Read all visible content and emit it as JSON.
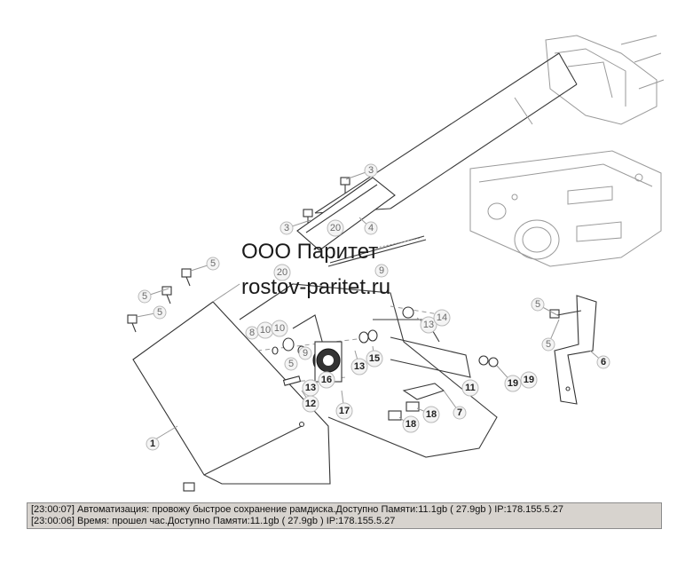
{
  "watermark": {
    "company": "ООО Паритет",
    "website": "rostov-paritet.ru"
  },
  "callouts": [
    {
      "id": "c3a",
      "label": "3"
    },
    {
      "id": "c3b",
      "label": "3"
    },
    {
      "id": "c4",
      "label": "4"
    },
    {
      "id": "c20a",
      "label": "20"
    },
    {
      "id": "c20b",
      "label": "20"
    },
    {
      "id": "c5a",
      "label": "5"
    },
    {
      "id": "c5b",
      "label": "5"
    },
    {
      "id": "c5c",
      "label": "5"
    },
    {
      "id": "c5d",
      "label": "5"
    },
    {
      "id": "c5e",
      "label": "5"
    },
    {
      "id": "c5f",
      "label": "5"
    },
    {
      "id": "c9a",
      "label": "9"
    },
    {
      "id": "c9b",
      "label": "9"
    },
    {
      "id": "c8",
      "label": "8"
    },
    {
      "id": "c10a",
      "label": "10"
    },
    {
      "id": "c10b",
      "label": "10"
    },
    {
      "id": "c13a",
      "label": "13"
    },
    {
      "id": "c13b",
      "label": "13"
    },
    {
      "id": "c13c",
      "label": "13"
    },
    {
      "id": "c14",
      "label": "14"
    },
    {
      "id": "c15",
      "label": "15"
    },
    {
      "id": "c16",
      "label": "16"
    },
    {
      "id": "c17",
      "label": "17"
    },
    {
      "id": "c12",
      "label": "12"
    },
    {
      "id": "c11",
      "label": "11"
    },
    {
      "id": "c19a",
      "label": "19"
    },
    {
      "id": "c19b",
      "label": "19"
    },
    {
      "id": "c18a",
      "label": "18"
    },
    {
      "id": "c18b",
      "label": "18"
    },
    {
      "id": "c7",
      "label": "7"
    },
    {
      "id": "c6",
      "label": "6"
    },
    {
      "id": "c1",
      "label": "1"
    }
  ],
  "log": [
    {
      "time": "[23:00:07]",
      "message": "Автоматизация: провожу быстрое сохранение рамдиска.Доступно Памяти:11.1gb  ( 27.9gb ) IP:178.155.5.27"
    },
    {
      "time": "[23:00:06]",
      "message": "Время: прошел час.Доступно Памяти:11.1gb  ( 27.9gb ) IP:178.155.5.27"
    }
  ]
}
